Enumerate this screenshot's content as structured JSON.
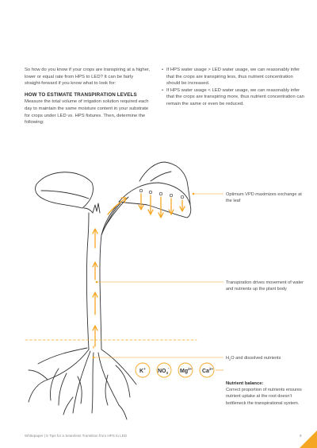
{
  "intro": "So how do you know if your crops are transpiring at a higher, lower or equal rate from HPS to LED? It can be fairly straight-forward if you know what to look for:",
  "heading": "HOW TO ESTIMATE TRANSPIRATION LEVELS",
  "instructions": "Measure the total volume of irrigation solution required each day to maintain the same moisture content in your substrate for crops under LED vs. HPS fixtures. Then, determine the following:",
  "bullets": [
    "If HPS water usage > LED water usage, we can reasonably infer that the crops are transpiring less, thus nutrient concentration should be increased.",
    "If HPS water usage < LED water usage, we can reasonably infer that the crops are transpiring more, thus nutrient concentration can remain the same or even be reduced."
  ],
  "bullet_marker": "•",
  "labels": {
    "vpd": "Optimum VPD maximizes exchange at the leaf",
    "transpiration": "Transpiration drives movement of water and nutrients up the plant body",
    "h2o_prefix": "H",
    "h2o_sub": "2",
    "h2o_suffix": "O and dissolved nutrients",
    "nutrient_title": "Nutrient balance:",
    "nutrient_body": "Correct proportion of nutrients ensures nutrient uptake at the root doesn’t bottleneck the transpirational system."
  },
  "ions": [
    {
      "base": "K",
      "sup": "+",
      "sub": ""
    },
    {
      "base": "NO",
      "sup": "-",
      "sub": "3"
    },
    {
      "base": "Mg",
      "sup": "2+",
      "sub": ""
    },
    {
      "base": "Ca",
      "sup": "2+",
      "sub": ""
    }
  ],
  "footer": "Whitepaper | 5 Tips for a Seamless Transition from HPS to LED",
  "page_number": "9",
  "colors": {
    "accent": "#f5a623",
    "line": "#333333",
    "text": "#4a4a4a"
  }
}
